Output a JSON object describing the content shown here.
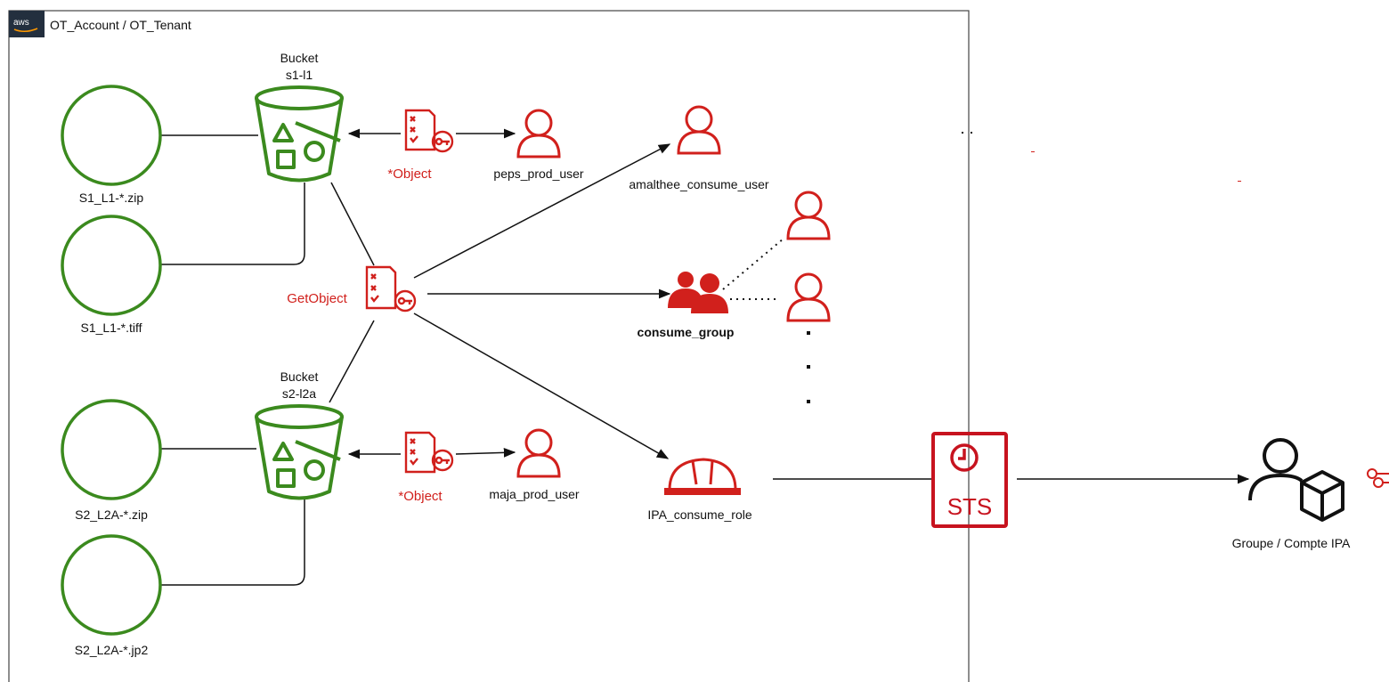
{
  "account": {
    "aws_badge": "aws",
    "title": "OT_Account / OT_Tenant"
  },
  "buckets": [
    {
      "title": "Bucket",
      "name": "s1-l1"
    },
    {
      "title": "Bucket",
      "name": "s2-l2a"
    }
  ],
  "objects": [
    {
      "label": "S1_L1-*.zip"
    },
    {
      "label": "S1_L1-*.tiff"
    },
    {
      "label": "S2_L2A-*.zip"
    },
    {
      "label": "S2_L2A-*.jp2"
    }
  ],
  "policies": {
    "top": "*Object",
    "center": "GetObject",
    "bottom": "*Object"
  },
  "users": {
    "peps": "peps_prod_user",
    "amalthee": "amalthee_consume_user",
    "maja": "maja_prod_user"
  },
  "group": {
    "label": "consume_group"
  },
  "role": {
    "label": "IPA_consume_role"
  },
  "sts": {
    "label": "STS"
  },
  "external": {
    "label": "Groupe / Compte IPA"
  },
  "colors": {
    "aws_orange": "#d1201c",
    "green": "#3b8a1e",
    "dark": "#232f3e",
    "border": "#444444"
  }
}
